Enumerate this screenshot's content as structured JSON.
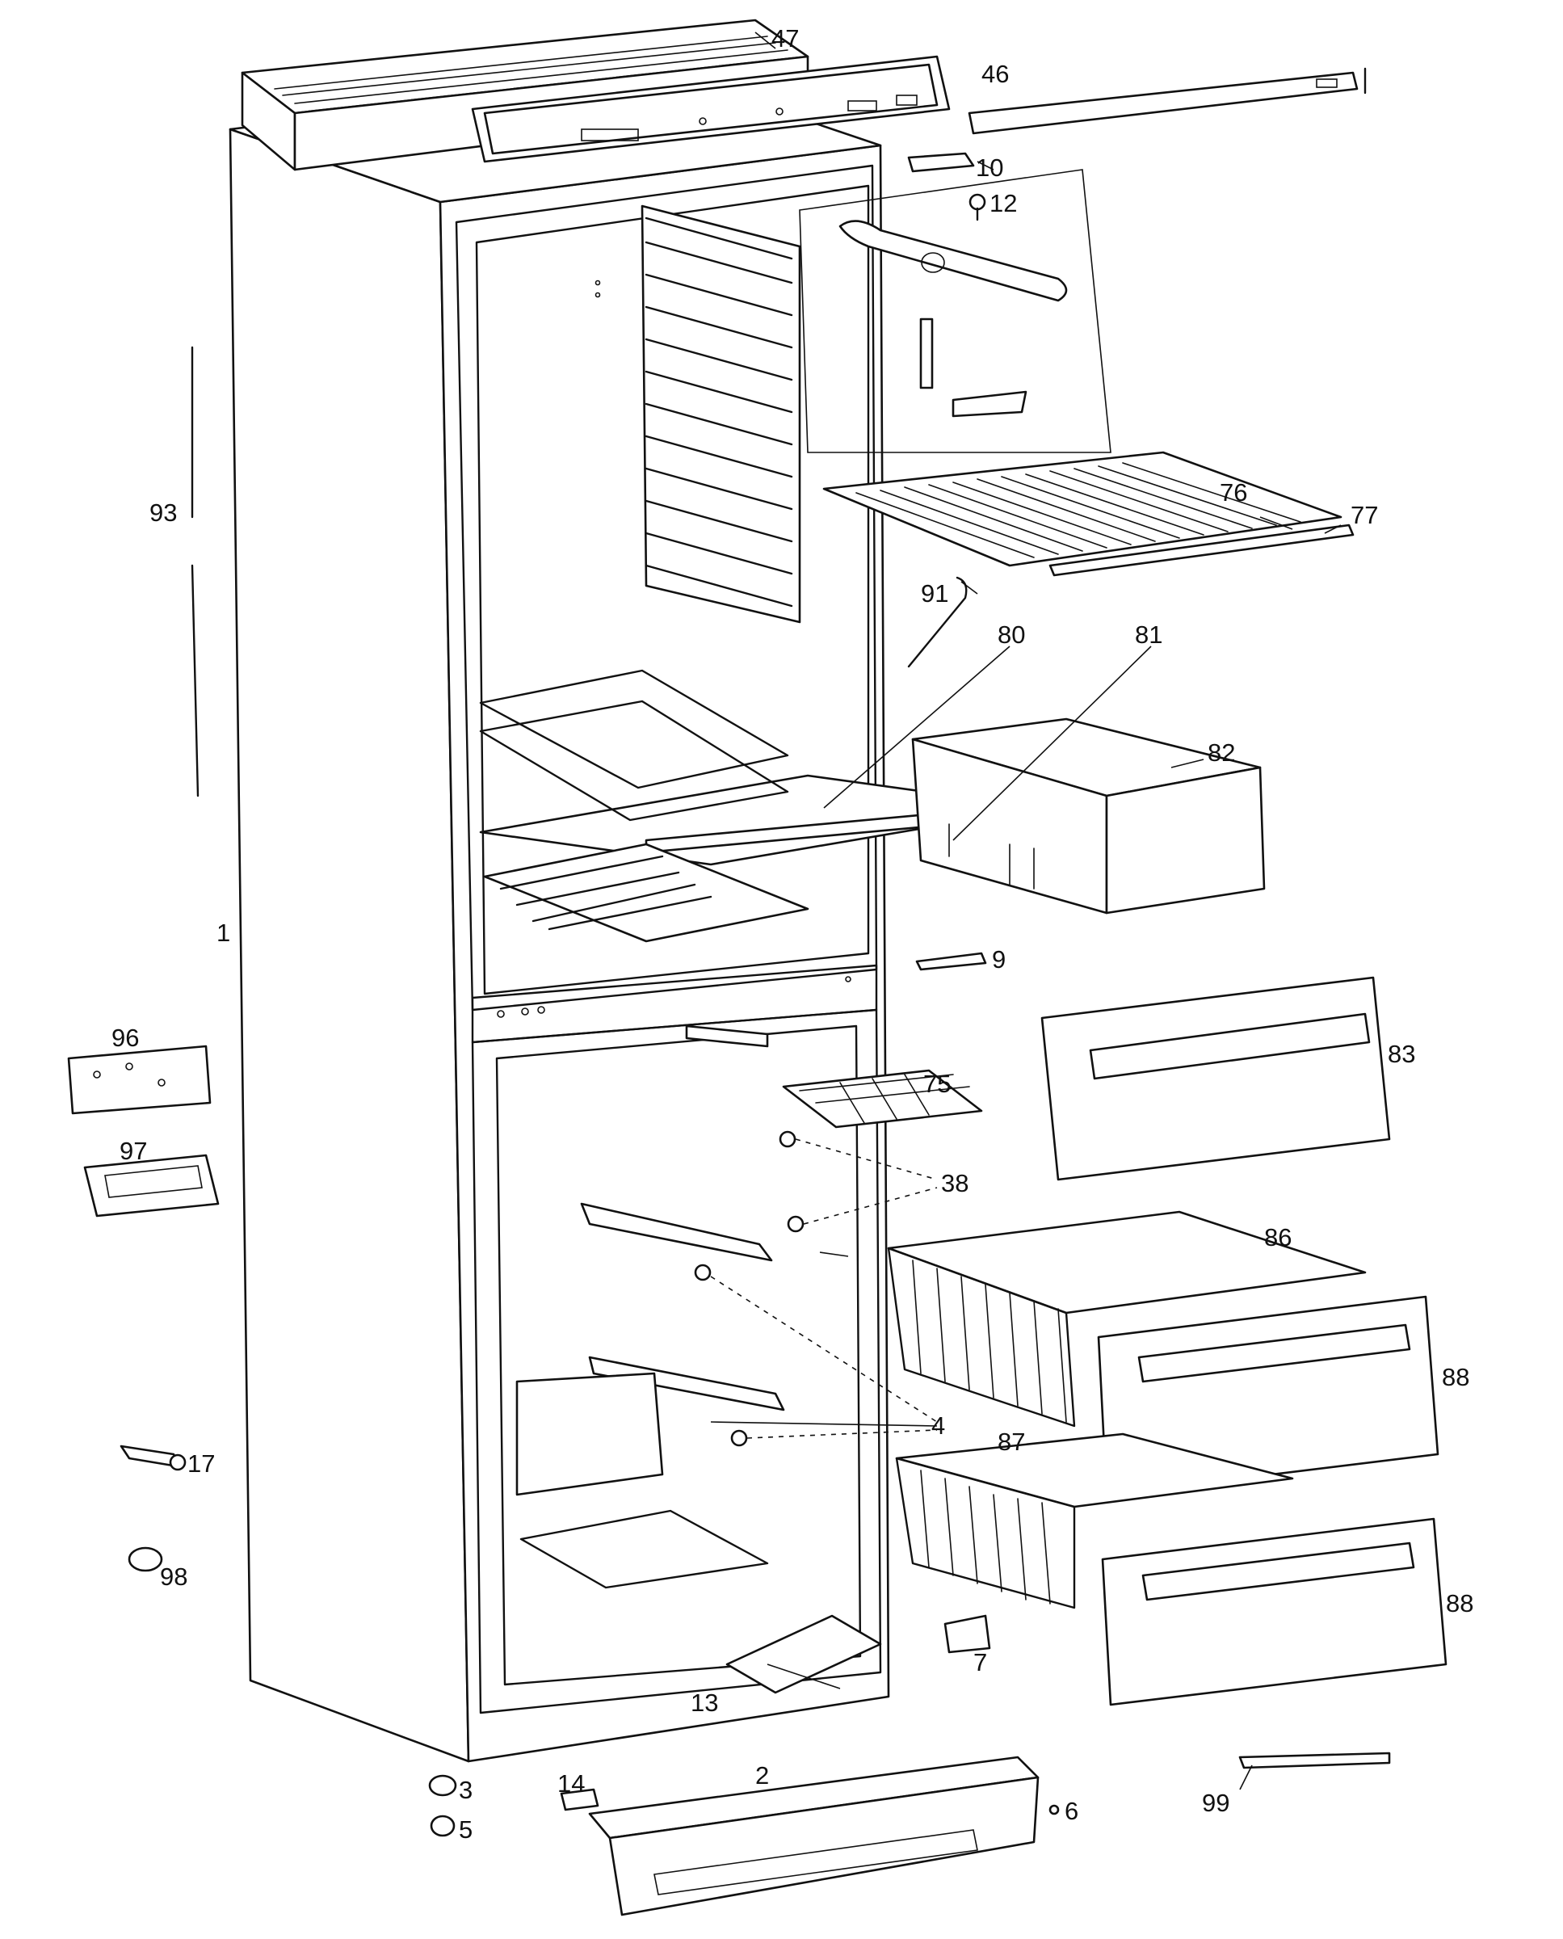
{
  "callouts": {
    "c1": "1",
    "c2": "2",
    "c3": "3",
    "c4": "4",
    "c5": "5",
    "c6": "6",
    "c7": "7",
    "c9": "9",
    "c10": "10",
    "c12": "12",
    "c13": "13",
    "c14": "14",
    "c17": "17",
    "c38": "38",
    "c46": "46",
    "c47": "47",
    "c75": "75",
    "c76": "76",
    "c77": "77",
    "c80": "80",
    "c81": "81",
    "c82": "82",
    "c83": "83",
    "c86": "86",
    "c87": "87",
    "c88a": "88",
    "c88b": "88",
    "c91": "91",
    "c93": "93",
    "c96": "96",
    "c97": "97",
    "c98": "98",
    "c99": "99"
  }
}
